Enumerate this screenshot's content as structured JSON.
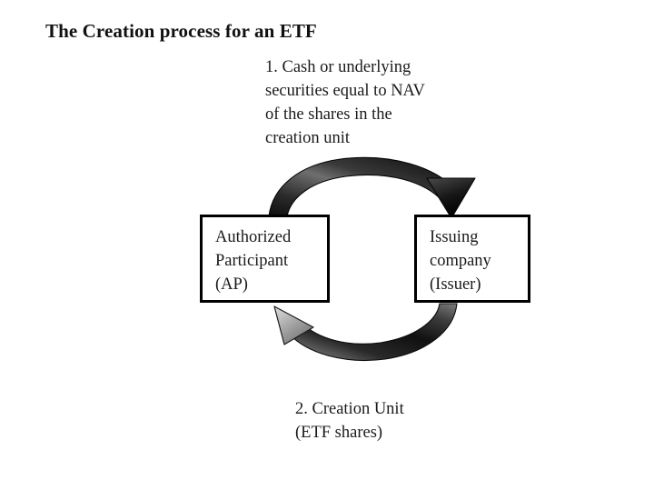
{
  "diagram": {
    "title": "The Creation process for an ETF",
    "type": "cycle-flow",
    "background_color": "#ffffff",
    "nodes": [
      {
        "id": "authorized-participant",
        "label": "Authorized\nParticipant\n(AP)",
        "border_color": "#000000",
        "fill_color": "#ffffff"
      },
      {
        "id": "issuing-company",
        "label": "Issuing\ncompany\n(Issuer)",
        "border_color": "#000000",
        "fill_color": "#ffffff"
      }
    ],
    "arrows": [
      {
        "id": "arrow-ap-to-issuer",
        "direction": "left-to-right",
        "position": "top",
        "from": "authorized-participant",
        "to": "issuing-company",
        "style": "curved-tapered-ribbon",
        "color_dark": "#131313",
        "color_light": "#8d8d8d",
        "label": "1. Cash or underlying\nsecurities equal to NAV\nof the shares in the\ncreation unit"
      },
      {
        "id": "arrow-issuer-to-ap",
        "direction": "right-to-left",
        "position": "bottom",
        "from": "issuing-company",
        "to": "authorized-participant",
        "style": "curved-tapered-ribbon",
        "color_dark": "#1a1a1a",
        "color_light": "#c2c2c2",
        "label": "2. Creation Unit\n(ETF shares)"
      }
    ],
    "annotations": {
      "step_one": "1. Cash or underlying\nsecurities equal to NAV\nof the shares in the\ncreation unit",
      "step_two": "2. Creation Unit\n(ETF shares)"
    }
  }
}
